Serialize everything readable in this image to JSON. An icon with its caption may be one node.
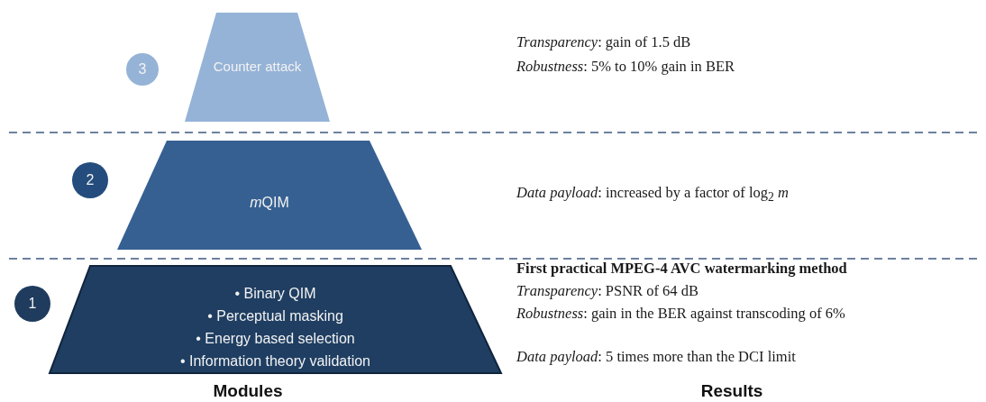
{
  "diagram": {
    "nodes": [
      {
        "text": [
          "3"
        ]
      },
      {
        "text": [
          "Counter attack"
        ]
      },
      {
        "text": [
          "2"
        ]
      },
      {
        "text": [
          "*m*⁠QIM"
        ]
      },
      {
        "text": [
          "1"
        ]
      },
      {
        "text": [
          "• Binary QIM",
          "• Perceptual masking",
          "• Energy based selection",
          "• Information theory validation"
        ]
      }
    ],
    "labels": [
      "*Transparency*: gain of 1.5 dB",
      "*Robustness*: 5% to 10% gain in BER",
      "*Data payload*: increased by a factor of log$_{2}$ *m*",
      "First practical MPEG-4 AVC watermarking method",
      "*Transparency*: PSNR of 64 dB",
      "*Robustness*: gain in the BER against transcoding of 6%",
      "*Data payload*: 5 times more than the DCI limit",
      "Modules",
      "Results"
    ]
  }
}
